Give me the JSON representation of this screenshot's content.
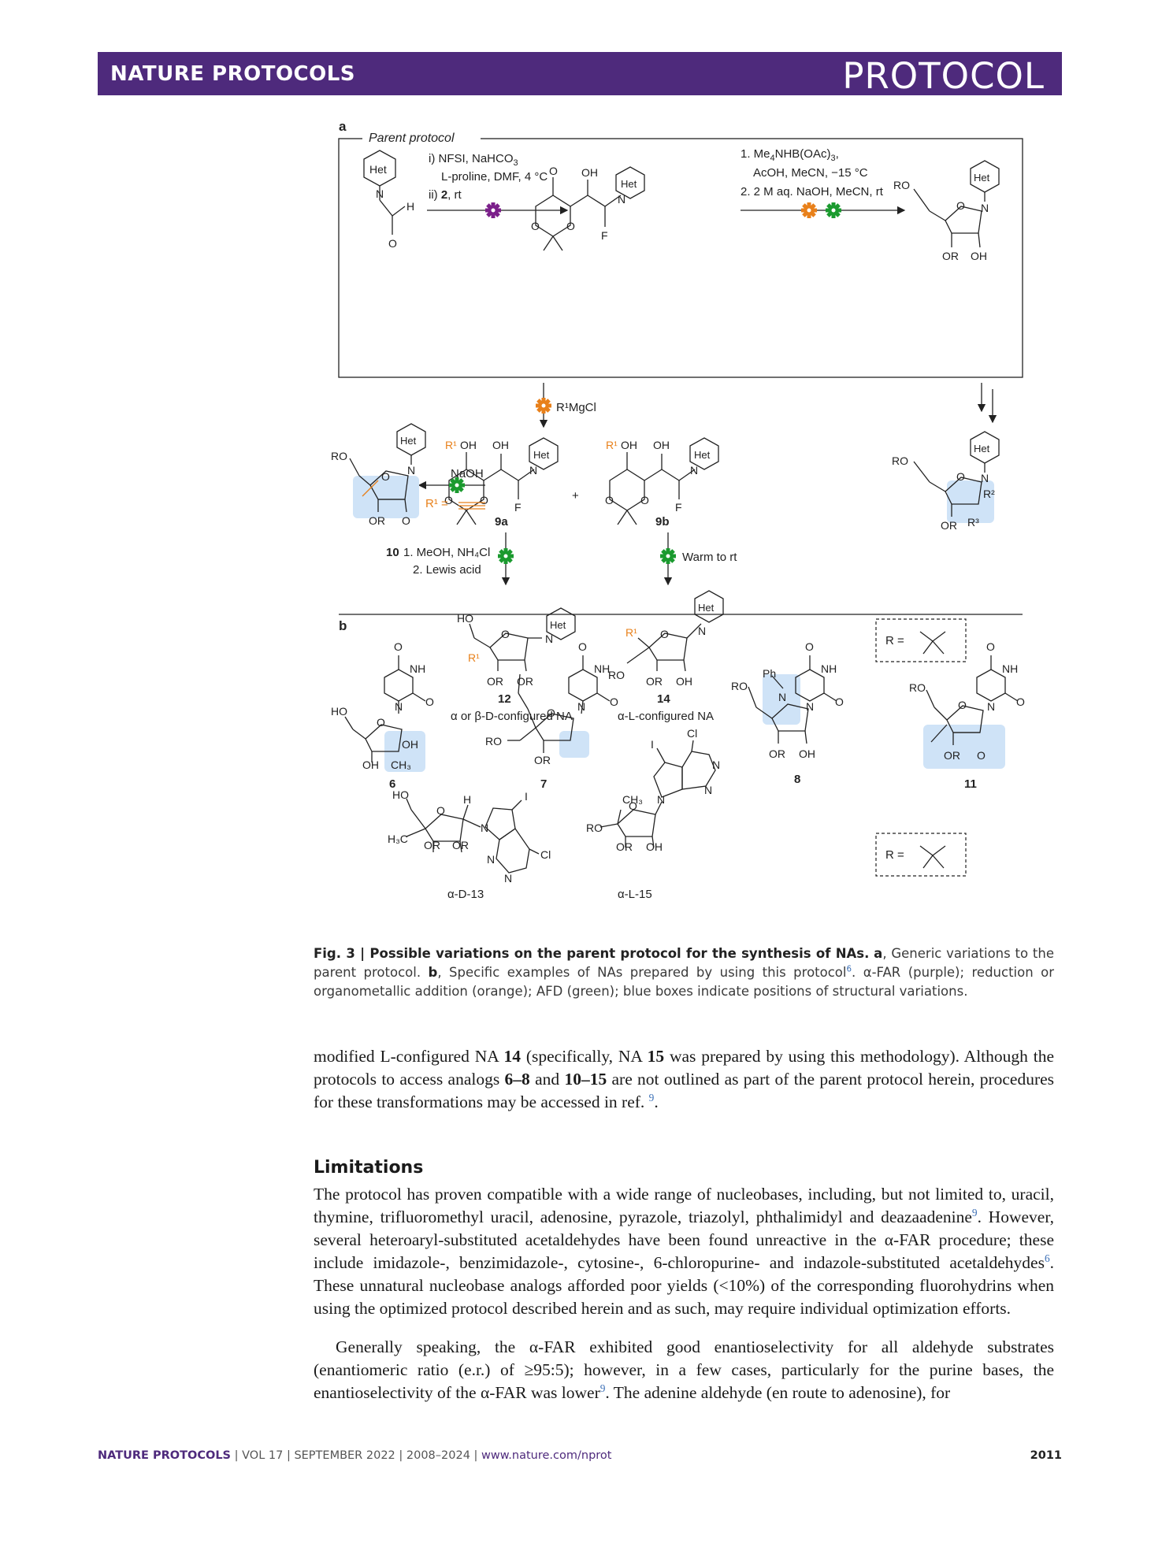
{
  "header": {
    "journal": "NATURE PROTOCOLS",
    "article_type": "PROTOCOL"
  },
  "figure": {
    "panel_a": "a",
    "panel_b": "b",
    "parent_protocol": "Parent protocol",
    "het": "Het",
    "step1_i": "i) NFSI, NaHCO",
    "step1_i_sub": "3",
    "step1_i2": "L-proline, DMF, 4 °C",
    "step1_ii": "ii) ",
    "step1_ii_bold": "2",
    "step1_ii_end": ", rt",
    "step2_1a": "1. Me",
    "step2_1b": "NHB(OAc)",
    "step2_2": "AcOH, MeCN, −15 °C",
    "step2_3": "2. 2 M aq. NaOH, MeCN, rt",
    "r1mgcl": "R¹MgCl",
    "naoh": "NaOH",
    "r1_alkyne": "R¹ =",
    "step3_1": "1. MeOH, NH₄Cl",
    "step3_2": "2. Lewis acid",
    "warm": "Warm to rt",
    "plus": "+",
    "r_eq": "R =",
    "label_9a": "9a",
    "label_9b": "9b",
    "label_10": "10",
    "label_12": "12",
    "label_14": "14",
    "label_6": "6",
    "label_7": "7",
    "label_8": "8",
    "label_11": "11",
    "label_13": "α-D-13",
    "label_15": "α-L-15",
    "desc_12": "α or β-D-configured NA",
    "desc_14": "α-L-configured NA",
    "ro": "RO",
    "ho": "HO",
    "or": "OR",
    "oh": "OH",
    "ch3": "CH₃",
    "h3c": "H₃C",
    "ph": "Ph",
    "cl": "Cl",
    "iodo": "I",
    "o": "O",
    "n": "N",
    "f": "F",
    "h": "H",
    "nh": "NH",
    "r2": "R²",
    "r3": "R³",
    "r1": "R¹",
    "colors": {
      "purple": "#7b1f8a",
      "orange": "#e8801a",
      "green": "#1a9a2e",
      "blue": "#cfe3f7"
    }
  },
  "caption": {
    "lead": "Fig. 3 | Possible variations on the parent protocol for the synthesis of NAs.",
    "a_label": "a",
    "a_text": ", Generic variations to the parent protocol.",
    "b_label": "b",
    "b_text": ", Specific examples of NAs prepared by using this protocol",
    "b_ref": "6",
    "b_end": ". α-FAR (purple); reduction or organometallic addition (orange); AFD (green); blue boxes indicate positions of structural variations."
  },
  "body": {
    "p1_a": "modified ",
    "p1_l": "L",
    "p1_b": "-configured NA ",
    "p1_14": "14",
    "p1_c": " (specifically, NA ",
    "p1_15": "15",
    "p1_d": " was prepared by using this methodology). Although the protocols to access analogs ",
    "p1_68": "6–8",
    "p1_e": " and ",
    "p1_1015": "10–15",
    "p1_f": " are not outlined as part of the parent protocol herein, procedures for these transformations may be accessed in ref. ",
    "p1_ref": "9",
    "p1_g": ".",
    "limitations": "Limitations",
    "p2_a": "The protocol has proven compatible with a wide range of nucleobases, including, but not limited to, uracil, thymine, trifluoromethyl uracil, adenosine, pyrazole, triazolyl, phthalimidyl and deazaadenine",
    "p2_ref1": "9",
    "p2_b": ". However, several heteroaryl-substituted acetaldehydes have been found unreactive in the α-FAR procedure; these include imidazole-, benzimidazole-, cytosine-, 6-chloropurine- and indazole-substituted acetaldehydes",
    "p2_ref2": "6",
    "p2_c": ". These unnatural nucleobase analogs afforded poor yields (<10%) of the corresponding fluorohydrins when using the optimized protocol described herein and as such, may require individual optimization efforts.",
    "p3_a": "Generally speaking, the α-FAR exhibited good enantioselectivity for all aldehyde substrates (enantiomeric ratio (e.r.) of ≥95:5); however, in a few cases, particularly for the purine bases, the enantioselectivity of the α-FAR was lower",
    "p3_ref": "9",
    "p3_b": ". The adenine aldehyde (en route to adenosine), for"
  },
  "footer": {
    "journal": "NATURE PROTOCOLS",
    "vol": " | VOL 17 | SEPTEMBER 2022 | 2008–2024 | ",
    "url": "www.nature.com/nprot",
    "page": "2011"
  }
}
